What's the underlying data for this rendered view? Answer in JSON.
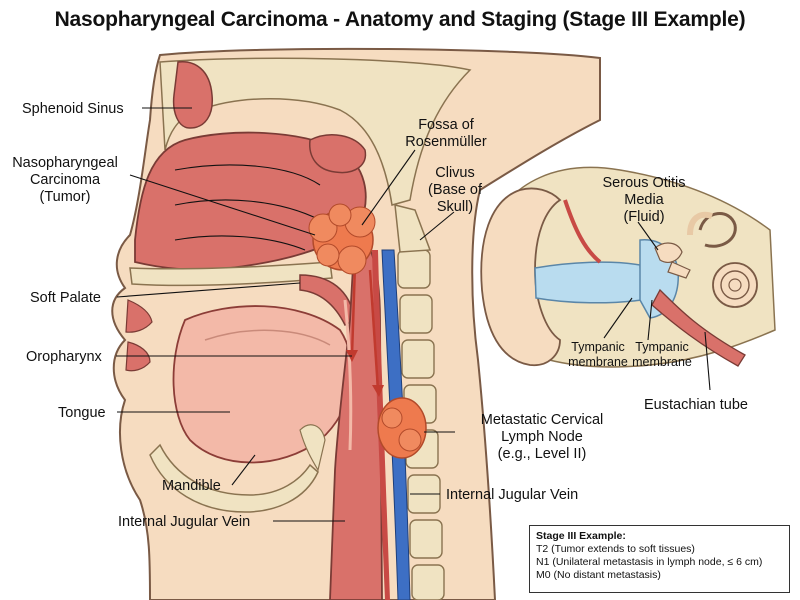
{
  "title": "Nasopharyngeal Carcinoma - Anatomy and Staging (Stage III Example)",
  "labels": {
    "sphenoid_sinus": "Sphenoid Sinus",
    "npc_line1": "Nasopharyngeal",
    "npc_line2": "Carcinoma",
    "npc_line3": "(Tumor)",
    "soft_palate": "Soft Palate",
    "oropharynx": "Oropharynx",
    "tongue": "Tongue",
    "mandible": "Mandible",
    "ijv_left": "Internal Jugular Vein",
    "fossa_line1": "Fossa of",
    "fossa_line2": "Rosenmüller",
    "clivus_line1": "Clivus",
    "clivus_line2": "(Base of",
    "clivus_line3": "Skull)",
    "serous_line1": "Serous Otitis",
    "serous_line2": "Media",
    "serous_line3": "(Fluid)",
    "tympanic_a_line1": "Tympanic",
    "tympanic_a_line2": "membrane",
    "tympanic_b_line1": "Tympanic",
    "tympanic_b_line2": "membrane",
    "eustachian": "Eustachian tube",
    "node_line1": "Metastatic Cervical",
    "node_line2": "Lymph Node",
    "node_line3": "(e.g., Level II)",
    "ijv_right": "Internal Jugular Vein"
  },
  "staging": {
    "heading": "Stage III Example:",
    "t": "T2 (Tumor extends to soft tissues)",
    "n": "N1 (Unilateral metastasis in lymph node, ≤ 6 cm)",
    "m": "M0 (No distant metastasis)"
  },
  "colors": {
    "skin": "#f6dcc0",
    "bone": "#f0e3c2",
    "mucosa": "#d9716a",
    "tumor": "#ee7a4e",
    "vein": "#3d6fc4",
    "fluid": "#b9dcef"
  }
}
